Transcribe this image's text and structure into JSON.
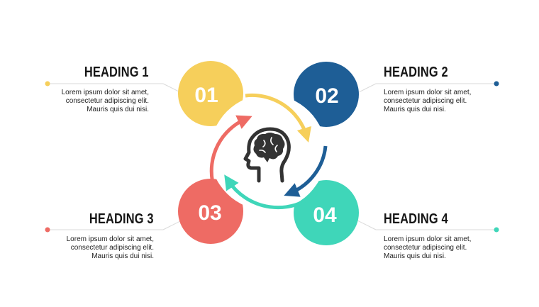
{
  "steps": [
    {
      "number": "01",
      "heading": "HEADING 1",
      "text": [
        "Lorem ipsum dolor sit amet,",
        "consectetur adipiscing elit.",
        "Mauris quis dui nisi."
      ],
      "color": "#F6CF5B"
    },
    {
      "number": "02",
      "heading": "HEADING 2",
      "text": [
        "Lorem ipsum dolor sit amet,",
        "consectetur adipiscing elit.",
        "Mauris quis dui nisi."
      ],
      "color": "#1E5E96"
    },
    {
      "number": "03",
      "heading": "HEADING 3",
      "text": [
        "Lorem ipsum dolor sit amet,",
        "consectetur adipiscing elit.",
        "Mauris quis dui nisi."
      ],
      "color": "#EE6B64"
    },
    {
      "number": "04",
      "heading": "HEADING 4",
      "text": [
        "Lorem ipsum dolor sit amet,",
        "consectetur adipiscing elit.",
        "Mauris quis dui nisi."
      ],
      "color": "#3FD6B9"
    }
  ],
  "center_icon": "head-brain-icon",
  "icon_color": "#333333"
}
